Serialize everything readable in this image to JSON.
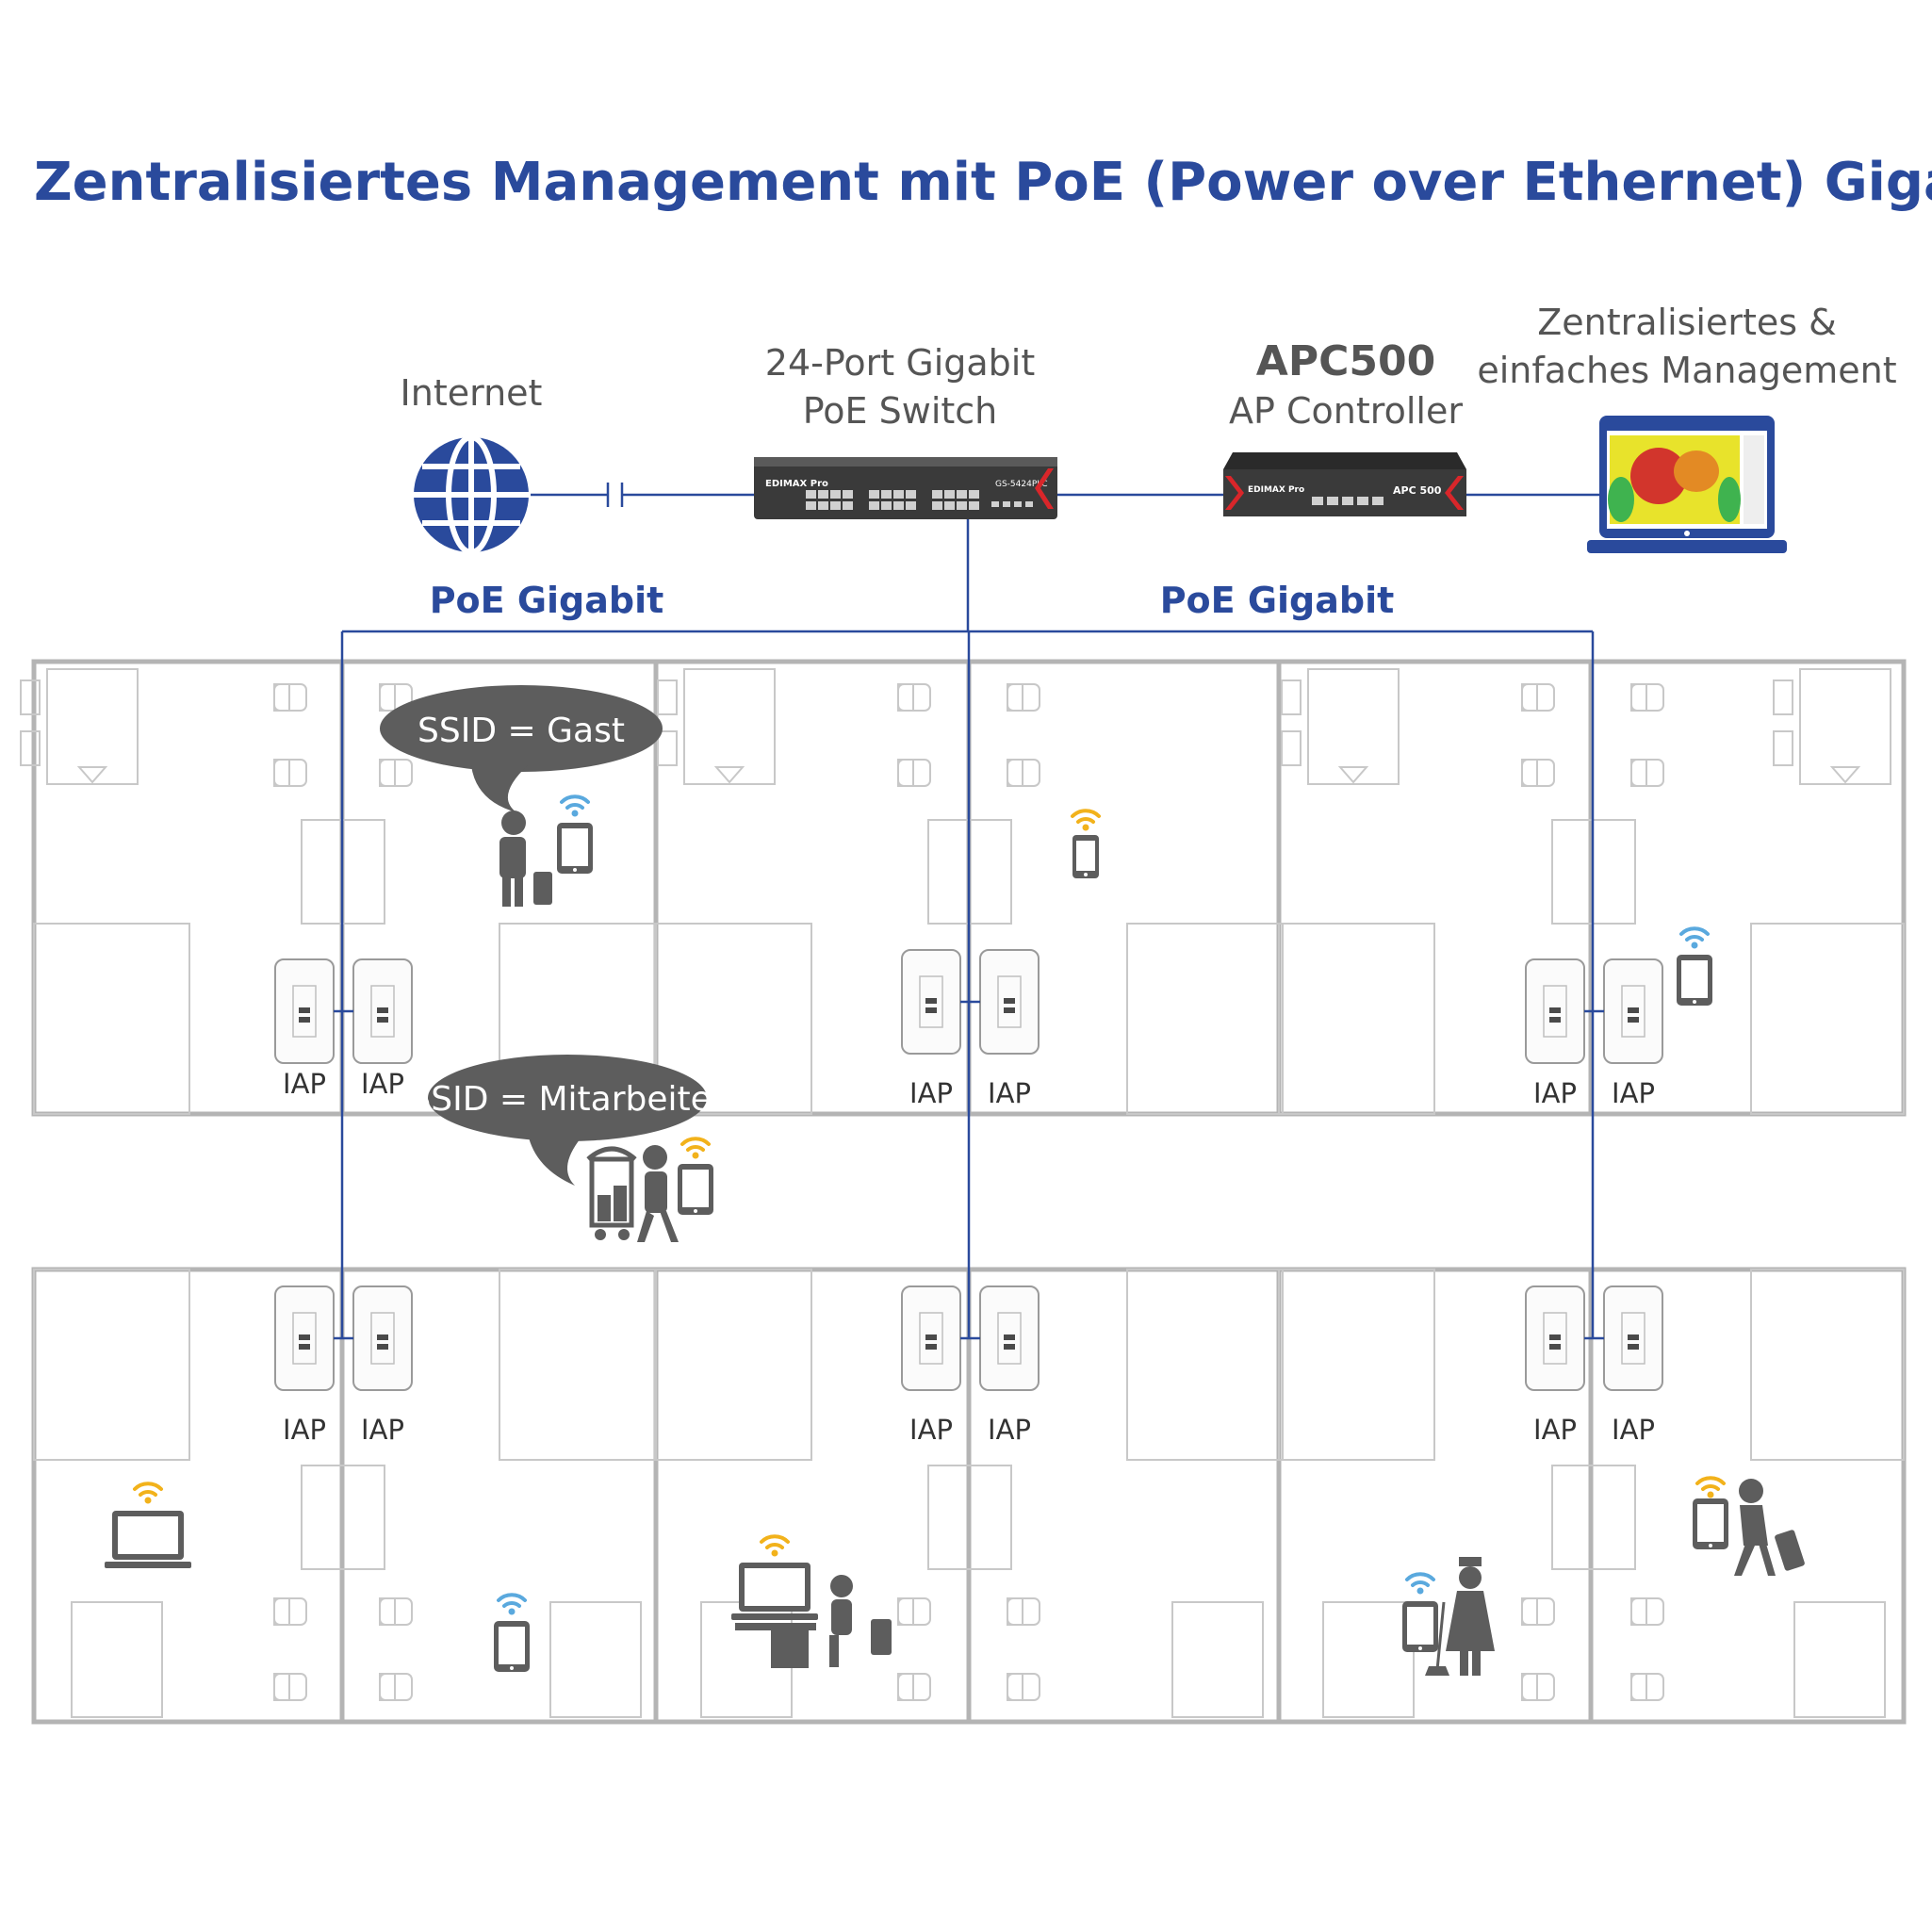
{
  "title": "Zentralisiertes Management mit PoE (Power over Ethernet) Gigabit",
  "nodes": {
    "internet": {
      "label": "Internet"
    },
    "switch": {
      "label_line1": "24-Port Gigabit",
      "label_line2": "PoE Switch",
      "brand": "EDIMAX Pro",
      "model": "GS-5424PLC"
    },
    "controller": {
      "label_line1": "APC500",
      "label_line2": "AP Controller",
      "brand": "EDIMAX Pro",
      "model": "APC 500"
    },
    "management": {
      "label_line1": "Zentralisiertes &",
      "label_line2": "einfaches Management"
    }
  },
  "poe_left": "PoE Gigabit",
  "poe_right": "PoE Gigabit",
  "bubbles": {
    "guest": "SSID = Gast",
    "staff": "SSID = Mitarbeiter"
  },
  "ap_label": "IAP",
  "colors": {
    "accent": "#2a4a9c",
    "wifi_blue": "#5aa9de",
    "wifi_yellow": "#f2b21b",
    "wall": "#b4b4b4",
    "bubble": "#5d5d5d"
  },
  "icons": [
    "globe-icon",
    "switch-icon",
    "controller-icon",
    "laptop-heatmap-icon",
    "wifi-icon",
    "tablet-icon",
    "smartphone-icon",
    "laptop-icon",
    "guest-icon",
    "staff-icon",
    "housekeeper-icon"
  ]
}
